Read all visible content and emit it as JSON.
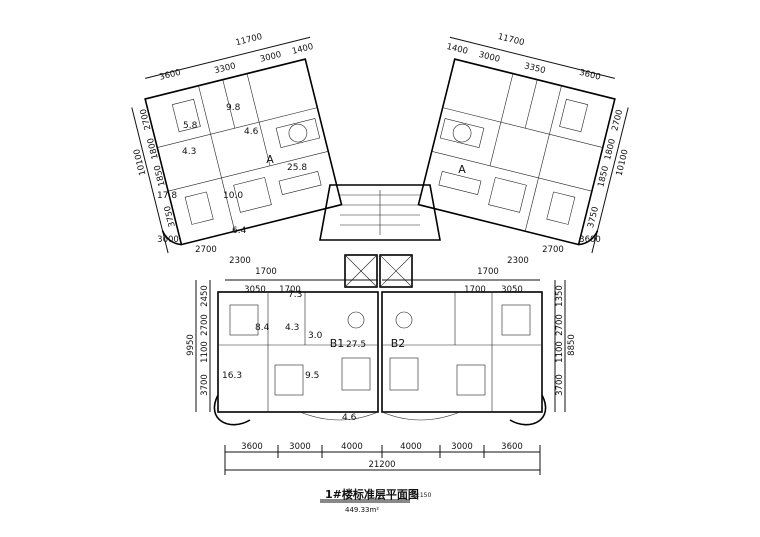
{
  "title": "1#楼标准层平面图",
  "scale": "1:150",
  "floor_area": "449.33m²",
  "units": {
    "a_left": "A",
    "a_right": "A",
    "b1": "B1",
    "b2": "B2"
  },
  "top_left_dims": {
    "top_total": "11700",
    "top_segments": [
      "3600",
      "3300",
      "3000",
      "1400"
    ],
    "side_segments": [
      "2700",
      "1800",
      "1850",
      "3750"
    ],
    "side_total": "10100",
    "bottom_segment": "3600"
  },
  "top_right_dims": {
    "top_total": "11700",
    "top_segments": [
      "1400",
      "3000",
      "3350",
      "3600"
    ],
    "side_segments": [
      "2700",
      "1800",
      "1850",
      "3750"
    ],
    "side_total": "10100",
    "bottom_segment": "3600"
  },
  "middle_dims": {
    "left_row": [
      "3600",
      "2700",
      "2300",
      "1700"
    ],
    "right_row": [
      "1700",
      "2300",
      "2700",
      "3600"
    ],
    "left_upper": [
      "3050",
      "1700"
    ],
    "right_upper": [
      "1700",
      "3050"
    ],
    "left_side": [
      "2450",
      "2700",
      "1100",
      "3700"
    ],
    "left_side_total": "9950",
    "right_side": [
      "1350",
      "2700",
      "1100",
      "3700"
    ],
    "right_side_total": "8850"
  },
  "bottom_dims": {
    "segments": [
      "3600",
      "3000",
      "4000",
      "4000",
      "3000",
      "3600"
    ],
    "total": "21200"
  },
  "room_areas": {
    "a_left": [
      "9.8",
      "5.8",
      "4.6",
      "4.3",
      "25.8",
      "17.8",
      "10.0",
      "6.4"
    ],
    "b_lower": [
      "7.3",
      "8.4",
      "4.3",
      "3.0",
      "27.5",
      "16.3",
      "9.5",
      "4.6"
    ]
  }
}
